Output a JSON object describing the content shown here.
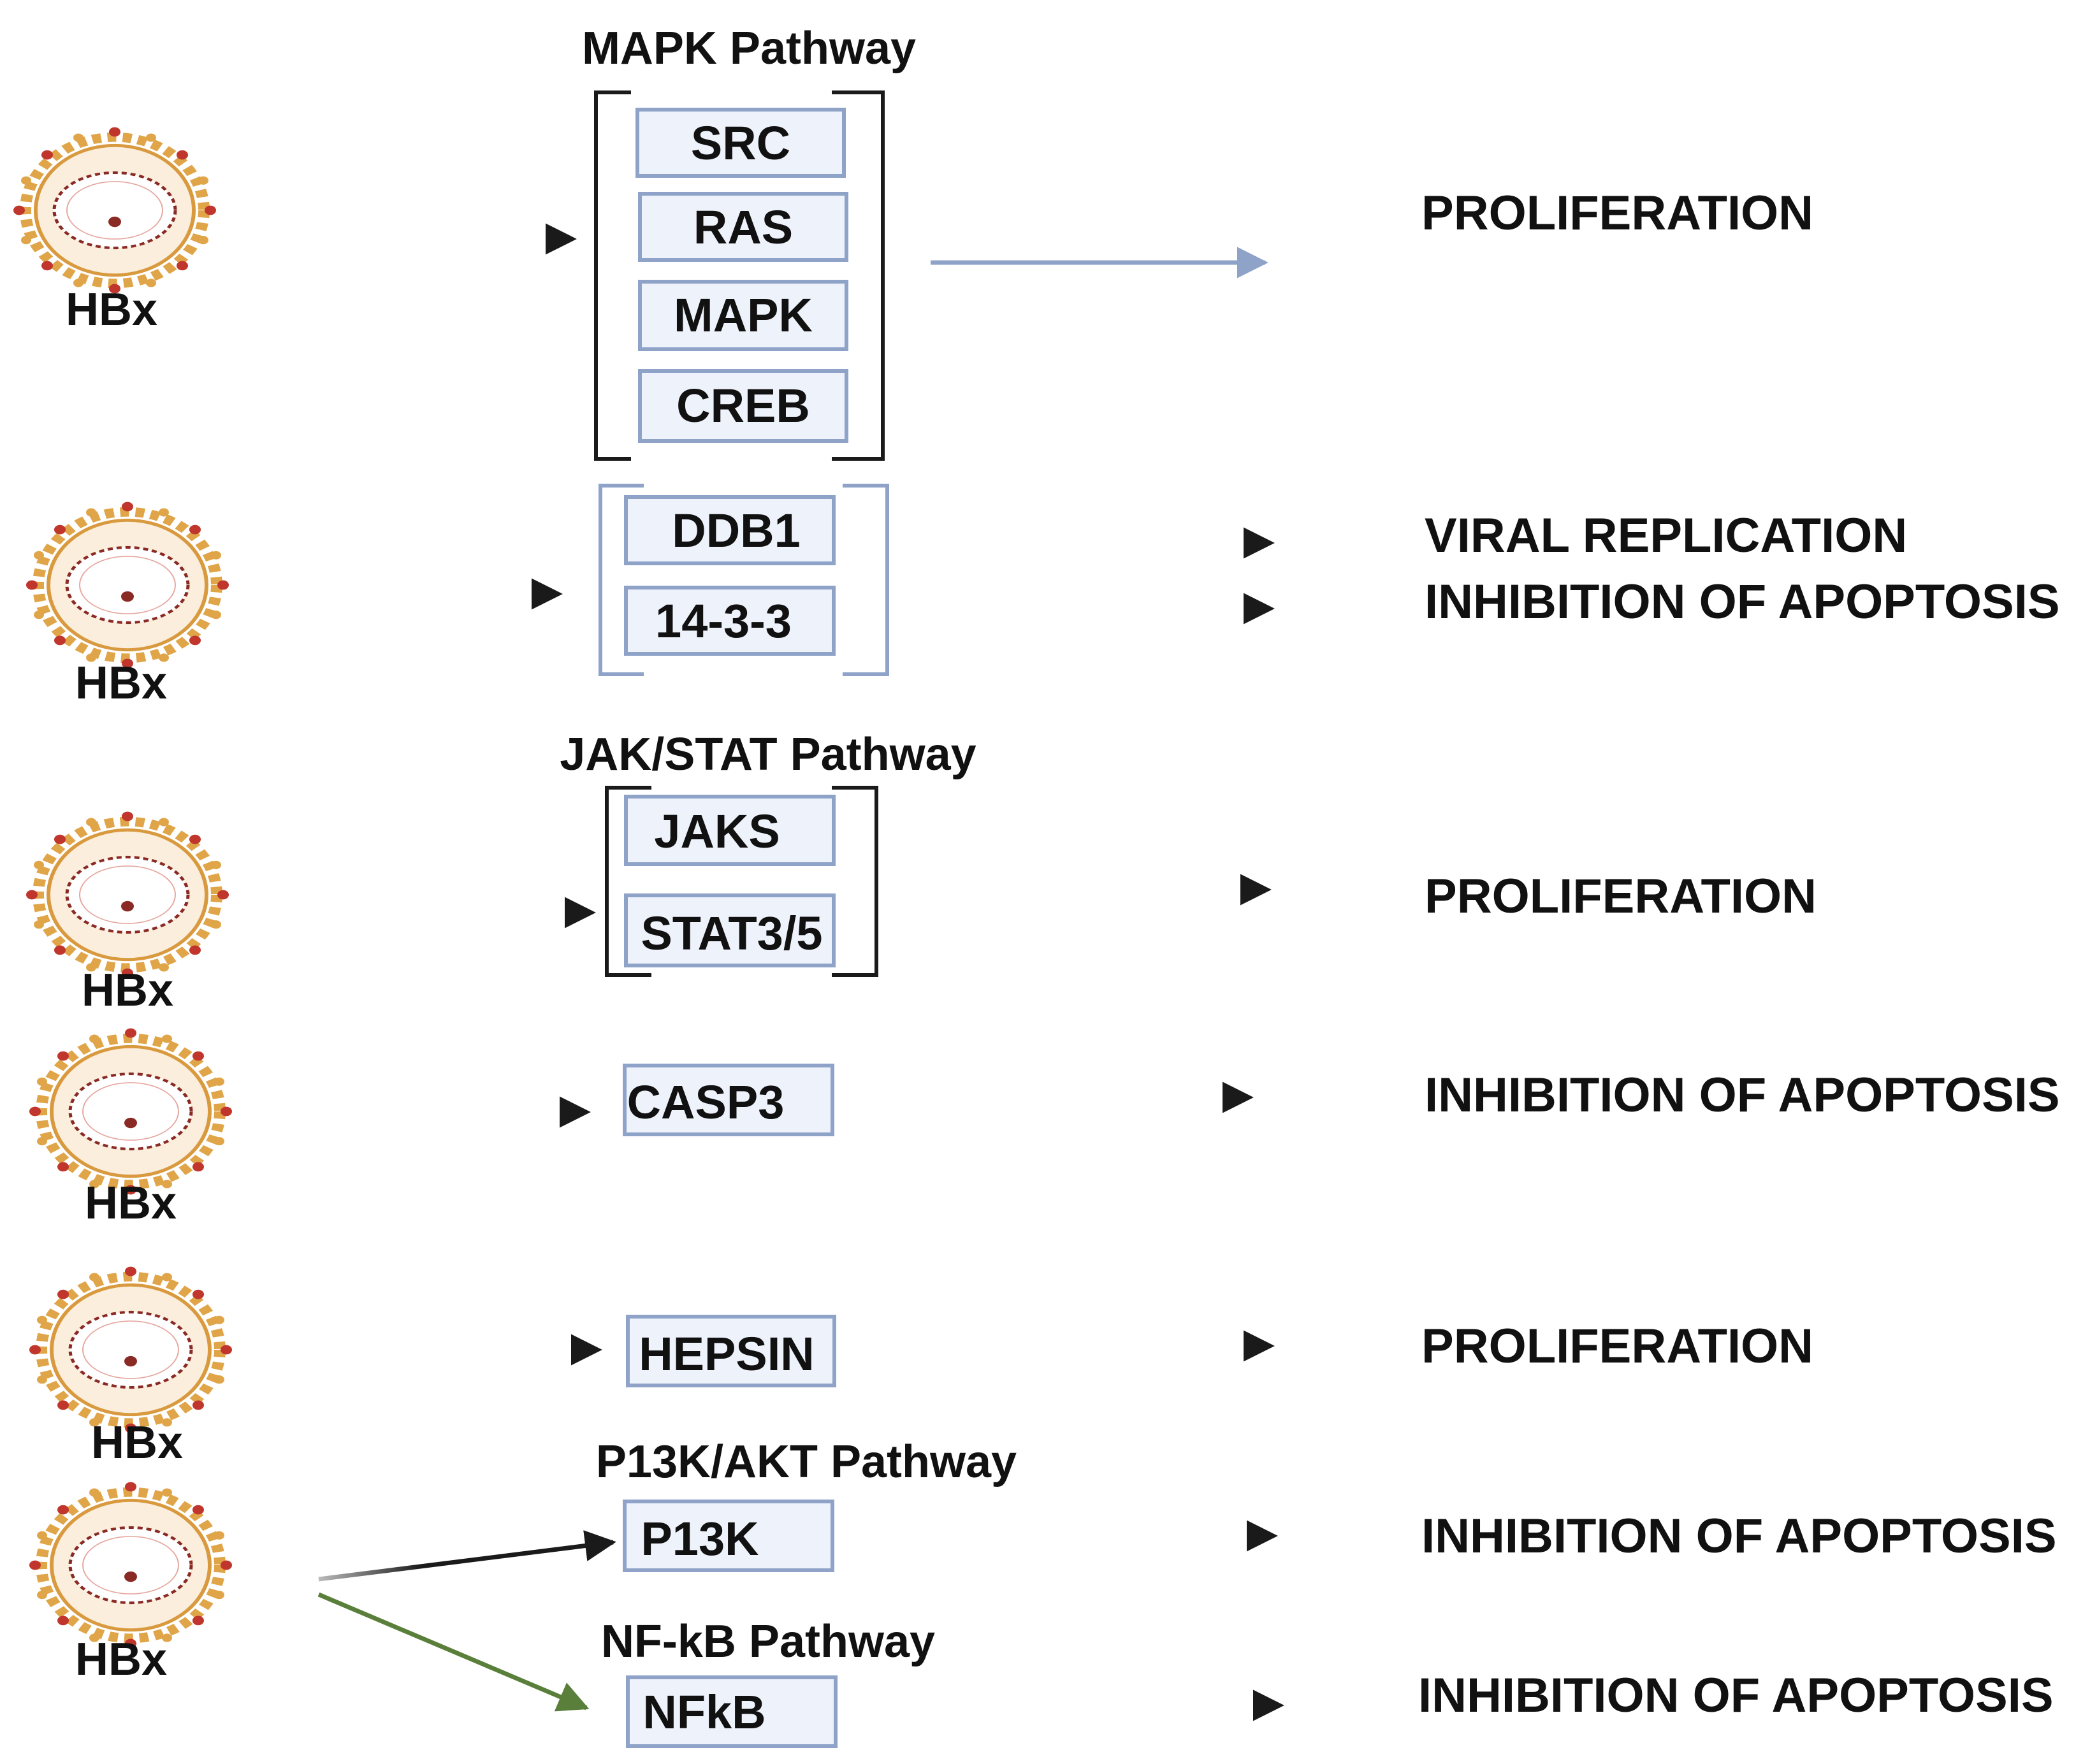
{
  "pathways": {
    "mapk": "MAPK Pathway",
    "jakstat": "JAK/STAT Pathway",
    "pi3k": "P13K/AKT Pathway",
    "nfkb": "NF-kB Pathway"
  },
  "virus_label": "HBx",
  "boxes": {
    "src": "SRC",
    "ras": "RAS",
    "mapk": "MAPK",
    "creb": "CREB",
    "ddb1": "DDB1",
    "p1433": "14-3-3",
    "jaks": "JAKS",
    "stat": "STAT3/5",
    "casp3": "CASP3",
    "hepsin": "HEPSIN",
    "p13k": "P13K",
    "nfkb": "NFkB"
  },
  "outcomes": {
    "o1": "PROLIFERATION",
    "o2a": "VIRAL REPLICATION",
    "o2b": "INHIBITION OF APOPTOSIS",
    "o3": "PROLIFERATION",
    "o4": "INHIBITION OF APOPTOSIS",
    "o5": "PROLIFERATION",
    "o6": "INHIBITION OF APOPTOSIS",
    "o7": "INHIBITION OF APOPTOSIS"
  },
  "colors": {
    "arrow": "#1a1a1a",
    "arrow_blue": "#8fa3c9",
    "arrow_green": "#5a7f3a",
    "box_fill": "#eef2fb",
    "box_stroke": "#8fa3c9",
    "bracket_dark": "#1a1a1a",
    "bracket_blue": "#8fa3c9",
    "virus_outer": "#e0a548",
    "virus_spike": "#c0362c",
    "virus_inner": "#8a2a25"
  }
}
